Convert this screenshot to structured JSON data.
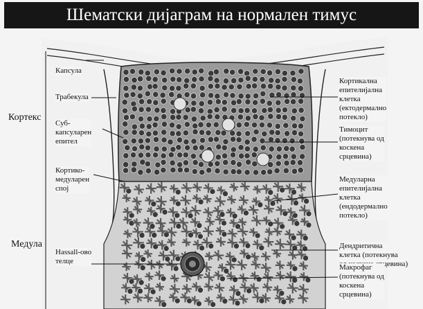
{
  "title": "Шематски дијаграм на нормален тимус",
  "regions": {
    "cortex": "Кортекс",
    "medulla": "Медула"
  },
  "left_labels": {
    "capsule": "Капсула",
    "trabecula": "Трабекула",
    "subcapsular_epithelium": "Суб-\nкапсуларен\nепител",
    "corticomedullary_junction": "Кортико-\nмедуларен\nспој",
    "hassall_corpuscle": "Hassall-ово\nтелце"
  },
  "right_labels": {
    "cortical_epithelial_cell": "Кортикална\nепителијална\nклетка\n(ектодермално\nпотекло)",
    "thymocyte": "Тимоцит\n(потекнува од\nкоскена\nсрцевина)",
    "medullary_epithelial_cell": "Медуларна\nепителијална\nклетка\n(ендодермално\nпотекло)",
    "dendritic_cell": "Дендритична\nклетка (потекнува\nод коскена срцевина)",
    "macrophage": "Макрофаг\n(потекнува од\nкоскена\nсрцевина)"
  },
  "colors": {
    "background": "#f4f4f4",
    "title_bar": "#161616",
    "cortex_fill": "#9a9a9a",
    "medulla_fill": "#d2d2d2",
    "thymocyte": "#3a3a3a",
    "epithelial": "#5a5a5a",
    "line": "#111111"
  }
}
